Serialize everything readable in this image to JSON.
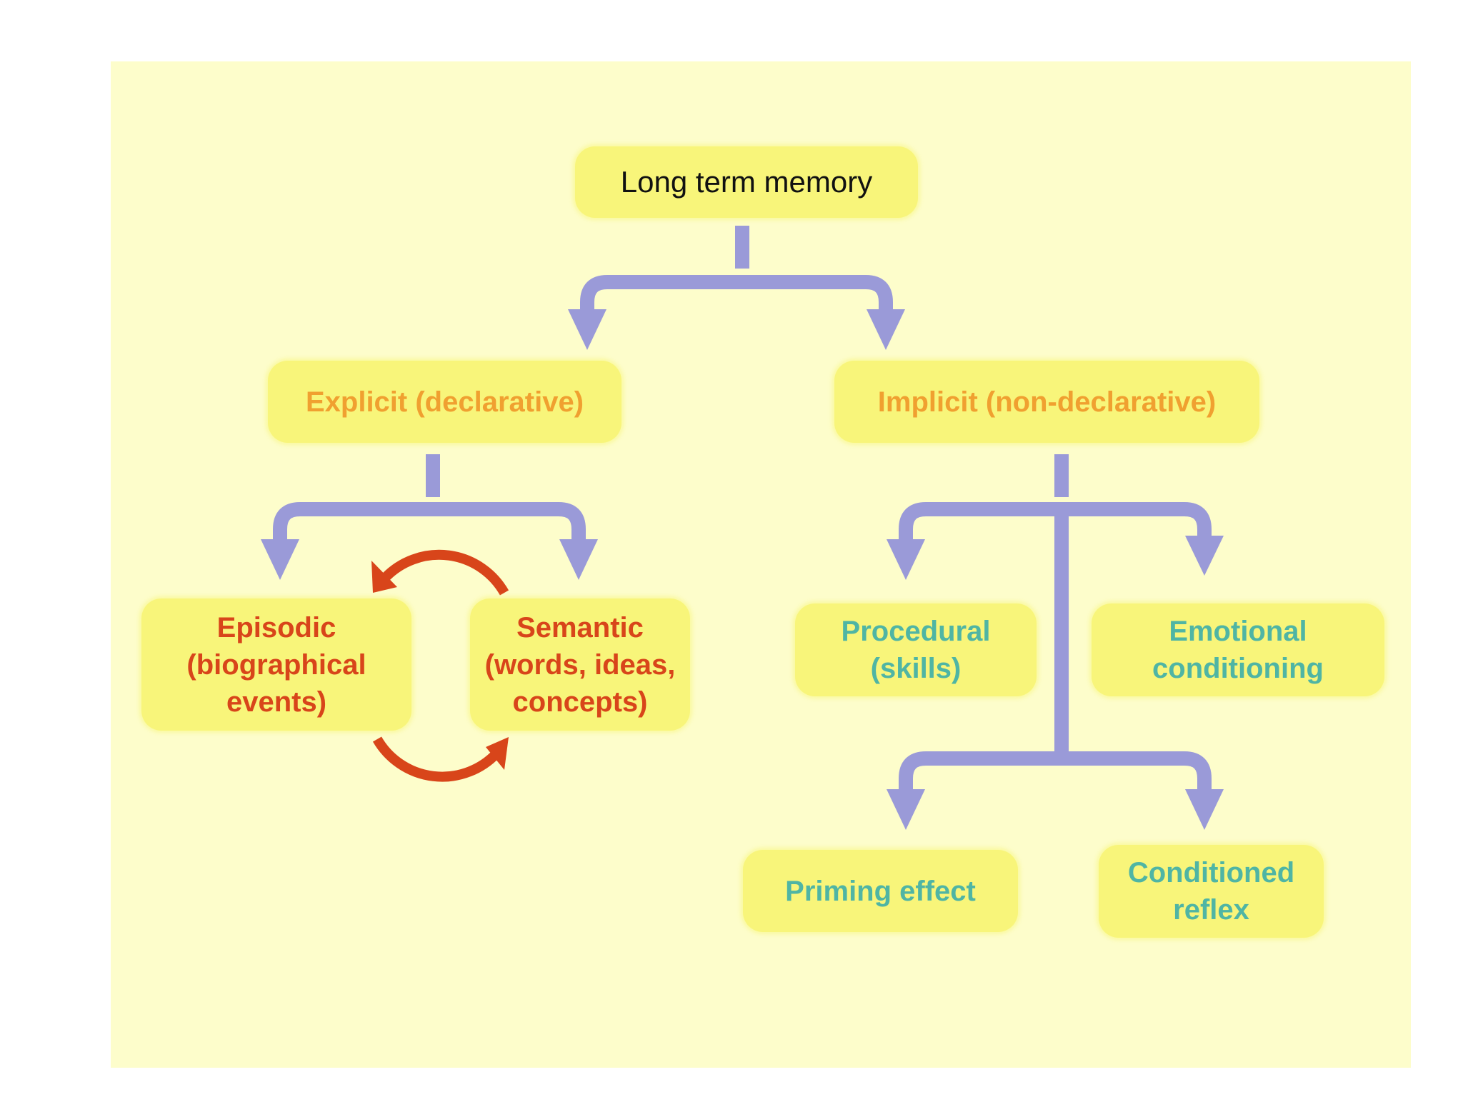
{
  "nodes": {
    "root": {
      "label": "Long term memory"
    },
    "explicit": {
      "label": "Explicit (declarative)"
    },
    "implicit": {
      "label": "Implicit (non-declarative)"
    },
    "episodic": {
      "label": "Episodic\n(biographical\nevents)"
    },
    "semantic": {
      "label": "Semantic\n(words, ideas,\nconcepts)"
    },
    "procedural": {
      "label": "Procedural\n(skills)"
    },
    "emotional": {
      "label": "Emotional\nconditioning"
    },
    "priming": {
      "label": "Priming effect"
    },
    "conditioned": {
      "label": "Conditioned\nreflex"
    }
  },
  "edges": [
    {
      "from": "root",
      "to": "explicit"
    },
    {
      "from": "root",
      "to": "implicit"
    },
    {
      "from": "explicit",
      "to": "episodic"
    },
    {
      "from": "explicit",
      "to": "semantic"
    },
    {
      "from": "implicit",
      "to": "procedural"
    },
    {
      "from": "implicit",
      "to": "emotional"
    },
    {
      "from": "implicit",
      "to": "priming"
    },
    {
      "from": "implicit",
      "to": "conditioned"
    }
  ],
  "cycle": {
    "between": [
      "episodic",
      "semantic"
    ]
  },
  "colors": {
    "background": "#fdfdcb",
    "box": "#f8f57a",
    "connector": "#9a9ad8",
    "cycle_arrow": "#d8451a",
    "root_text": "#111111",
    "level1_text": "#f0a030",
    "explicit_leaf_text": "#d8451a",
    "implicit_leaf_text": "#4fb5a4"
  }
}
